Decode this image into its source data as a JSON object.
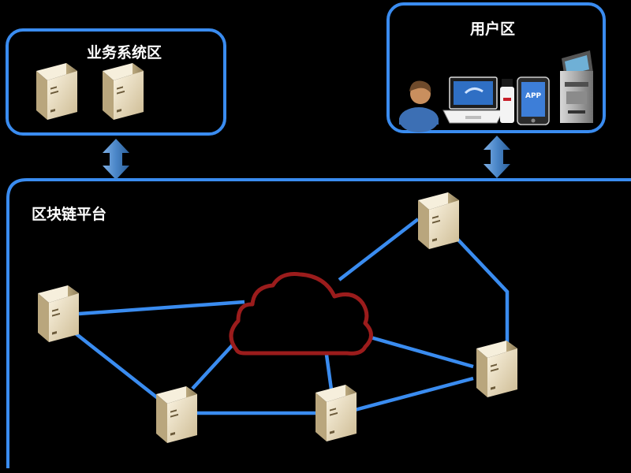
{
  "zones": {
    "business": {
      "label": "业务系统区"
    },
    "user": {
      "label": "用户区"
    },
    "platform": {
      "label": "区块链平台"
    }
  },
  "devices": {
    "app_label": "APP"
  },
  "colors": {
    "frame": "#3a8cf0",
    "link": "#3a8cf0",
    "arrow": "#4a86c8",
    "cloud": "#9b1c1c",
    "server_body": "#e9dcc0",
    "background": "#000000"
  },
  "icons": [
    "server-icon",
    "person-icon",
    "laptop-icon",
    "usb-key-icon",
    "tablet-icon",
    "kiosk-icon",
    "cloud-icon",
    "double-arrow-icon"
  ]
}
